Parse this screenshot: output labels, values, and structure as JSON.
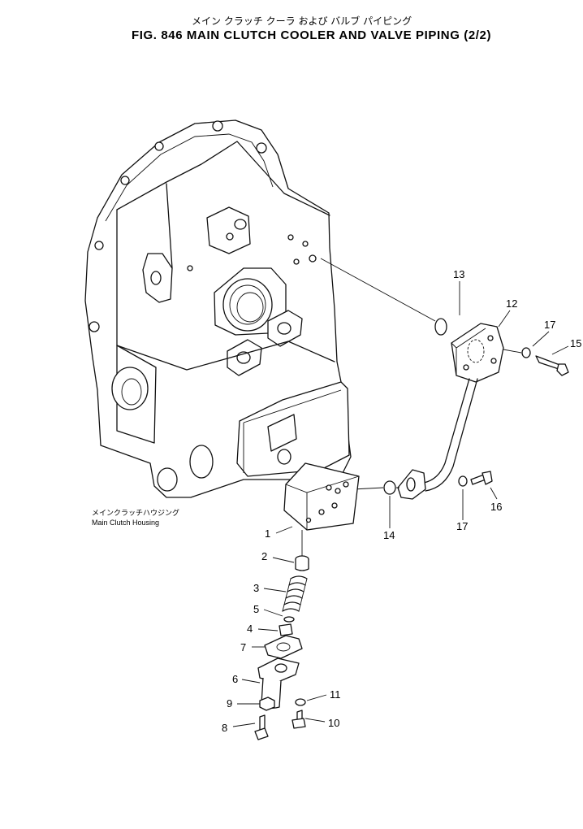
{
  "title": {
    "japanese": "メイン クラッチ クーラ および バルブ パイピング",
    "english": "FIG. 846  MAIN CLUTCH COOLER AND VALVE PIPING (2/2)"
  },
  "housing_label": {
    "japanese": "メインクラッチハウジング",
    "english": "Main Clutch Housing"
  },
  "callouts": {
    "c1": "1",
    "c2": "2",
    "c3": "3",
    "c4": "4",
    "c5": "5",
    "c6": "6",
    "c7": "7",
    "c8": "8",
    "c9": "9",
    "c10": "10",
    "c11": "11",
    "c12": "12",
    "c13": "13",
    "c14": "14",
    "c15": "15",
    "c16": "16",
    "c17a": "17",
    "c17b": "17"
  }
}
